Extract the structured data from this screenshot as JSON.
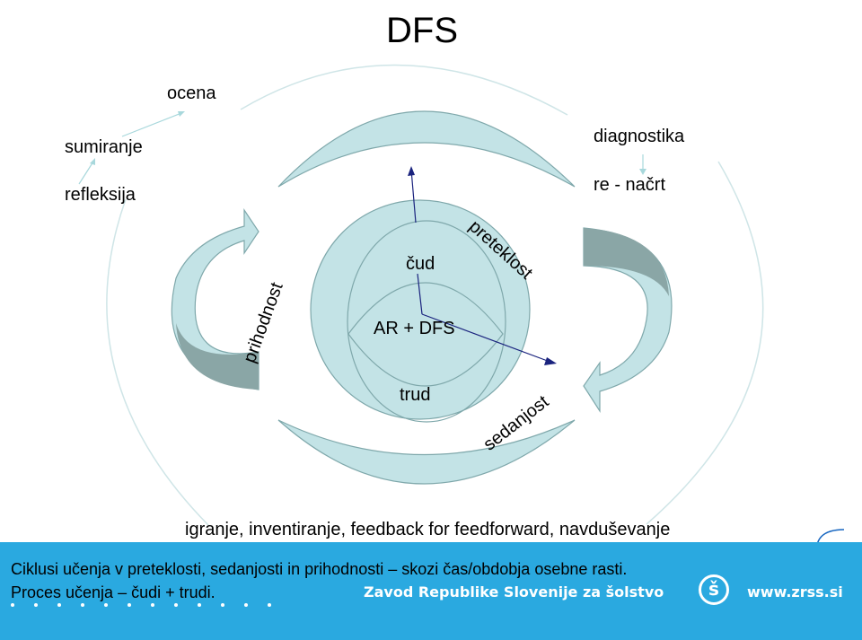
{
  "title": "DFS",
  "labels": {
    "ocena": "ocena",
    "sumiranje": "sumiranje",
    "refleksija": "refleksija",
    "diagnostika": "diagnostika",
    "re_nacrt": "re - načrt",
    "preteklost": "preteklost",
    "prihodnost": "prihodnost",
    "sedanjost": "sedanjost",
    "cud": "čud",
    "center": "AR + DFS",
    "trud": "trud",
    "bottom": "igranje, inventiranje, feedback for feedforward, navduševanje"
  },
  "footer": {
    "line1": "Ciklusi učenja v preteklosti, sedanjosti in prihodnosti – skozi čas/obdobja osebne rasti.",
    "line2": "Proces učenja – čudi + trudi.",
    "org": "Zavod Republike Slovenije za šolstvo",
    "logo_letter": "š",
    "url": "www.zrss.si"
  },
  "colors": {
    "shape_fill": "#c3e3e6",
    "shape_stroke": "#7fa8ab",
    "arrow_dark": "#8aa6a6",
    "vector": "#1a237e",
    "footer_bg": "#2aa9e0",
    "scribble": "#1565c0"
  }
}
